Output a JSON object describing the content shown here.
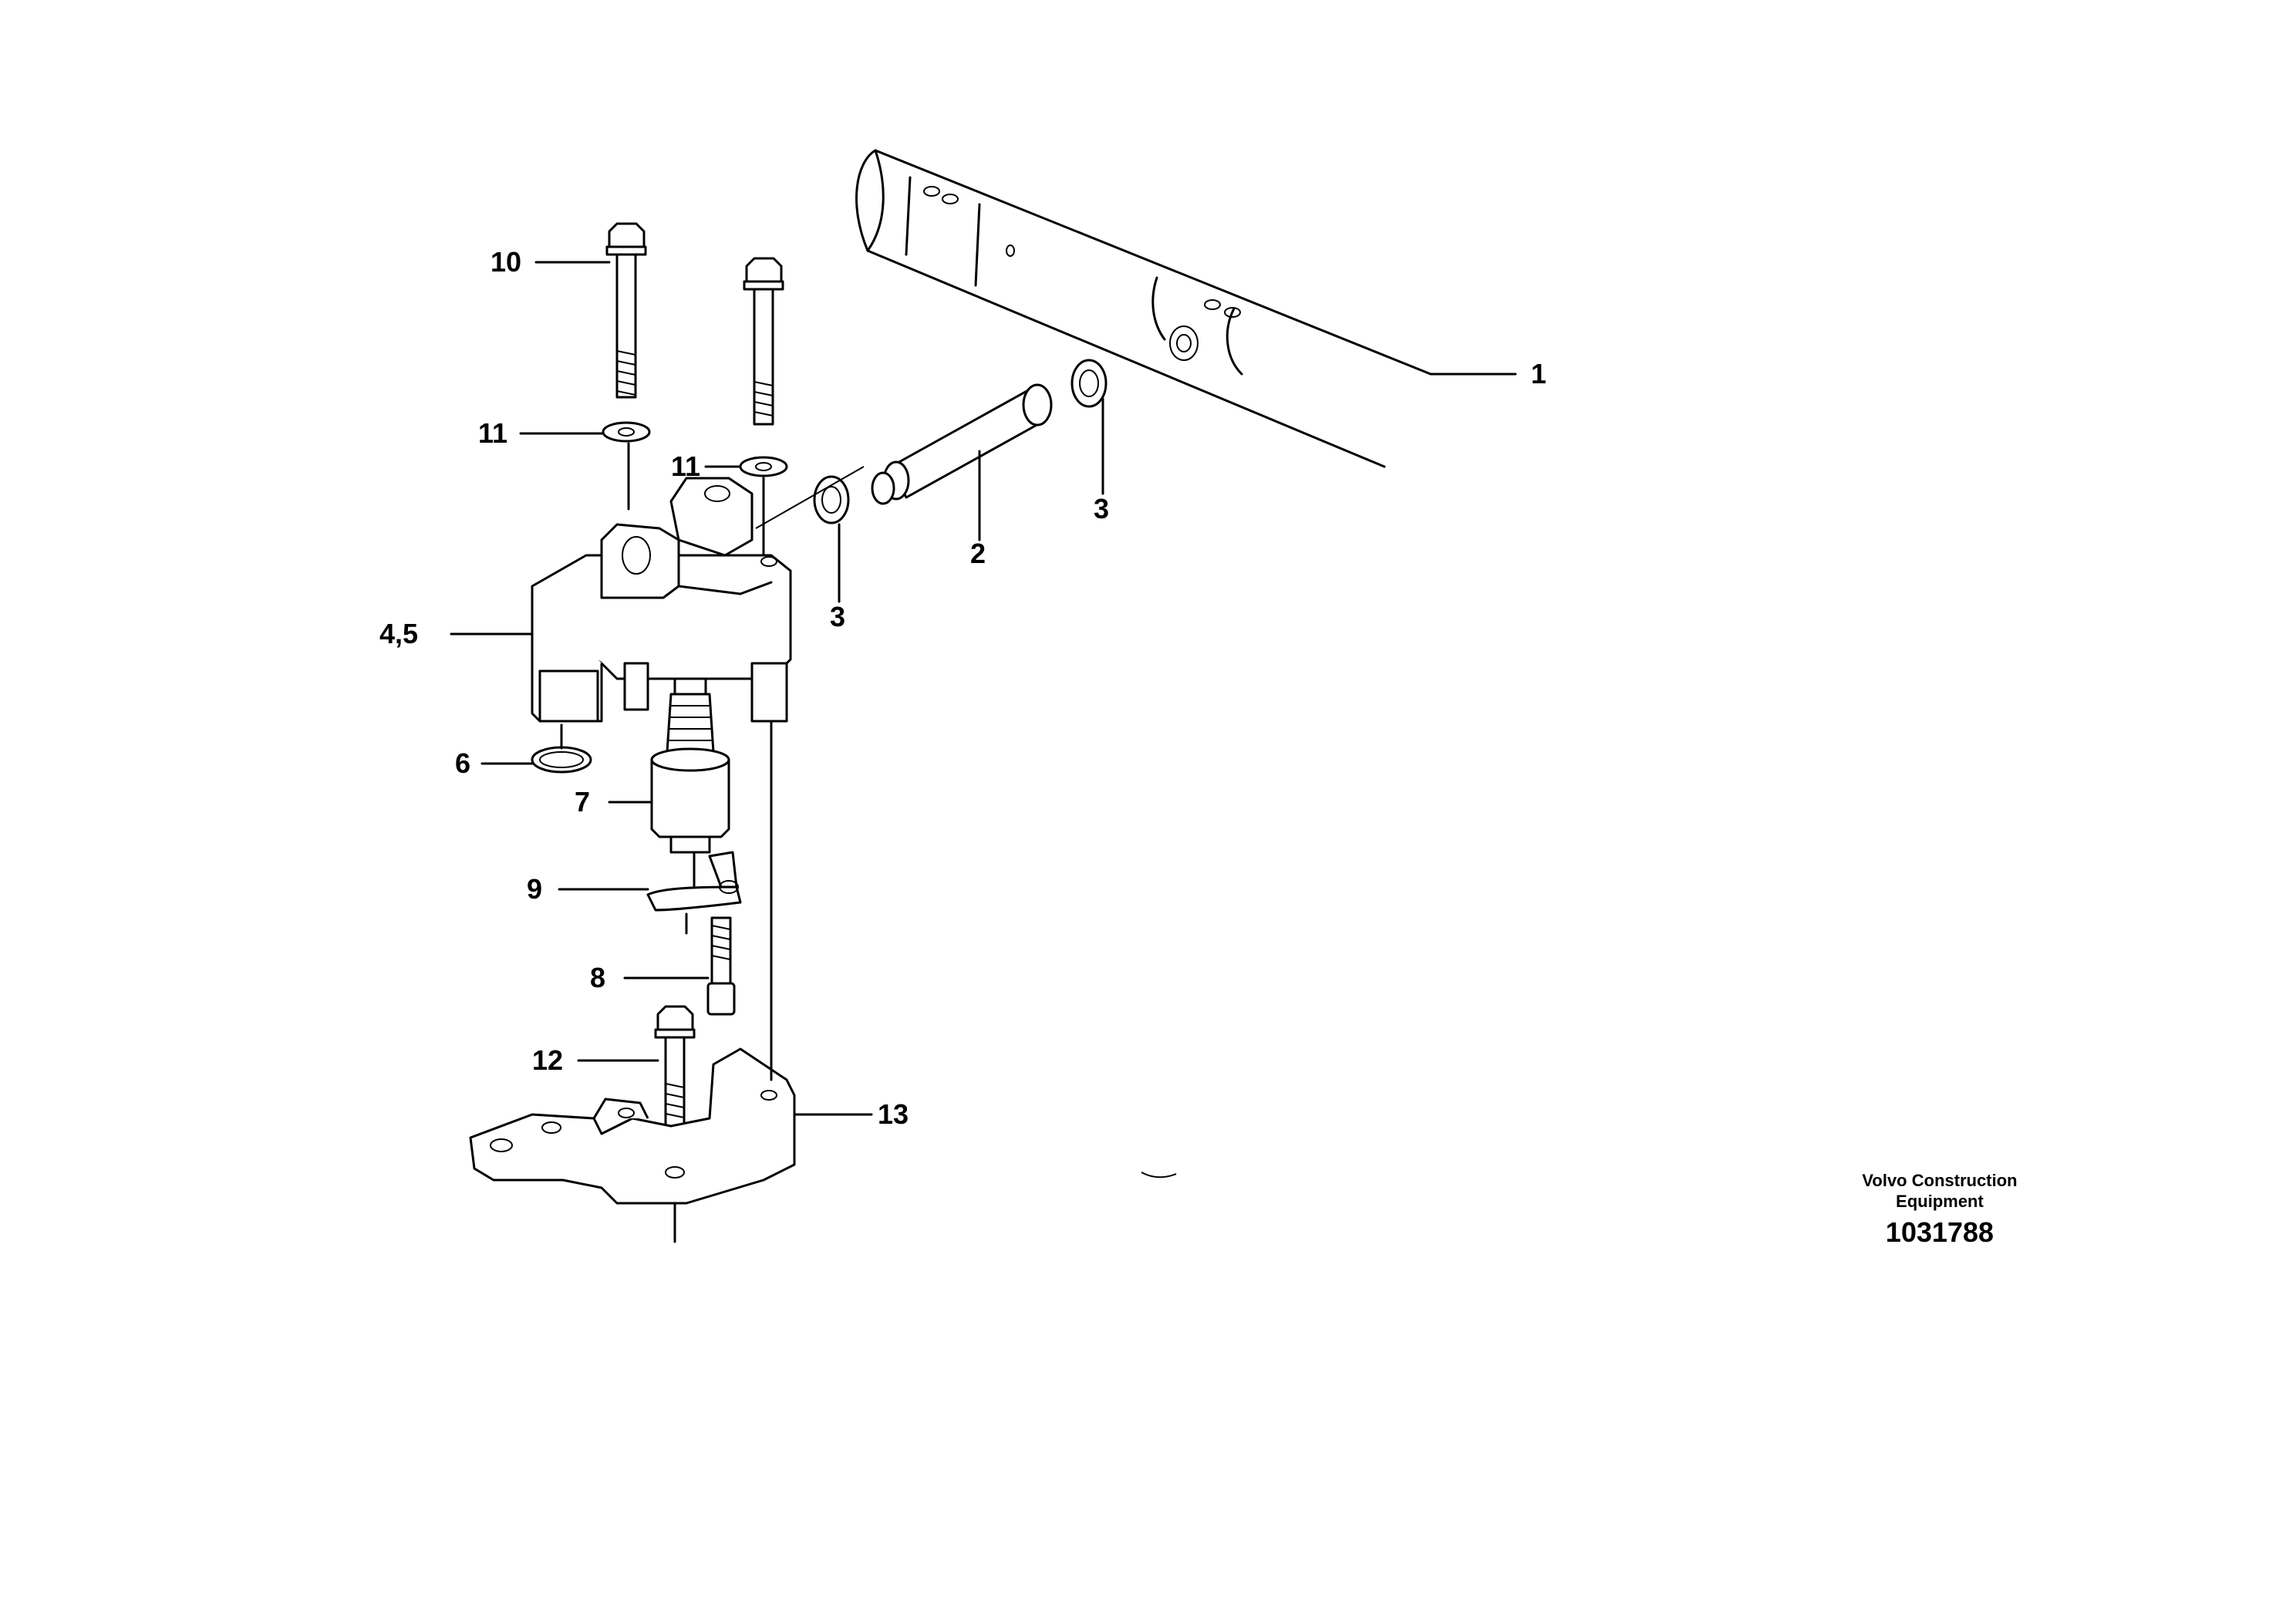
{
  "callouts": [
    {
      "id": "1",
      "label": "1"
    },
    {
      "id": "2",
      "label": "2"
    },
    {
      "id": "3a",
      "label": "3"
    },
    {
      "id": "3b",
      "label": "3"
    },
    {
      "id": "45",
      "label": "4,5"
    },
    {
      "id": "6",
      "label": "6"
    },
    {
      "id": "7",
      "label": "7"
    },
    {
      "id": "8",
      "label": "8"
    },
    {
      "id": "9",
      "label": "9"
    },
    {
      "id": "10",
      "label": "10"
    },
    {
      "id": "11a",
      "label": "11"
    },
    {
      "id": "11b",
      "label": "11"
    },
    {
      "id": "12",
      "label": "12"
    },
    {
      "id": "13",
      "label": "13"
    }
  ],
  "caption": {
    "line1": "Volvo Construction",
    "line2": "Equipment",
    "number": "1031788"
  }
}
